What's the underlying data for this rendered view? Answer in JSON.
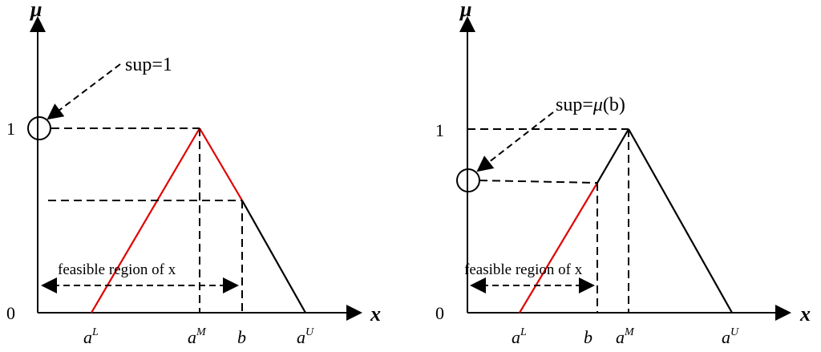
{
  "colors": {
    "axis": "#000000",
    "feasible_segment": "#e00000",
    "line": "#000000"
  },
  "left_panel": {
    "y_axis_label": "μ",
    "x_axis_label": "x",
    "tick_one": "1",
    "tick_zero": "0",
    "sup_label": "sup=1",
    "region_label": "feasible region of x",
    "x_points": {
      "aL": {
        "base": "a",
        "sup": "L"
      },
      "aM": {
        "base": "a",
        "sup": "M"
      },
      "b": {
        "base": "b",
        "sup": ""
      },
      "aU": {
        "base": "a",
        "sup": "U"
      }
    }
  },
  "right_panel": {
    "y_axis_label": "μ",
    "x_axis_label": "x",
    "tick_one": "1",
    "tick_zero": "0",
    "sup_label": {
      "prefix": "sup=",
      "mu": "μ",
      "arg": "(b)"
    },
    "region_label": "feasible region of x",
    "x_points": {
      "aL": {
        "base": "a",
        "sup": "L"
      },
      "b": {
        "base": "b",
        "sup": ""
      },
      "aM": {
        "base": "a",
        "sup": "M"
      },
      "aU": {
        "base": "a",
        "sup": "U"
      }
    }
  }
}
